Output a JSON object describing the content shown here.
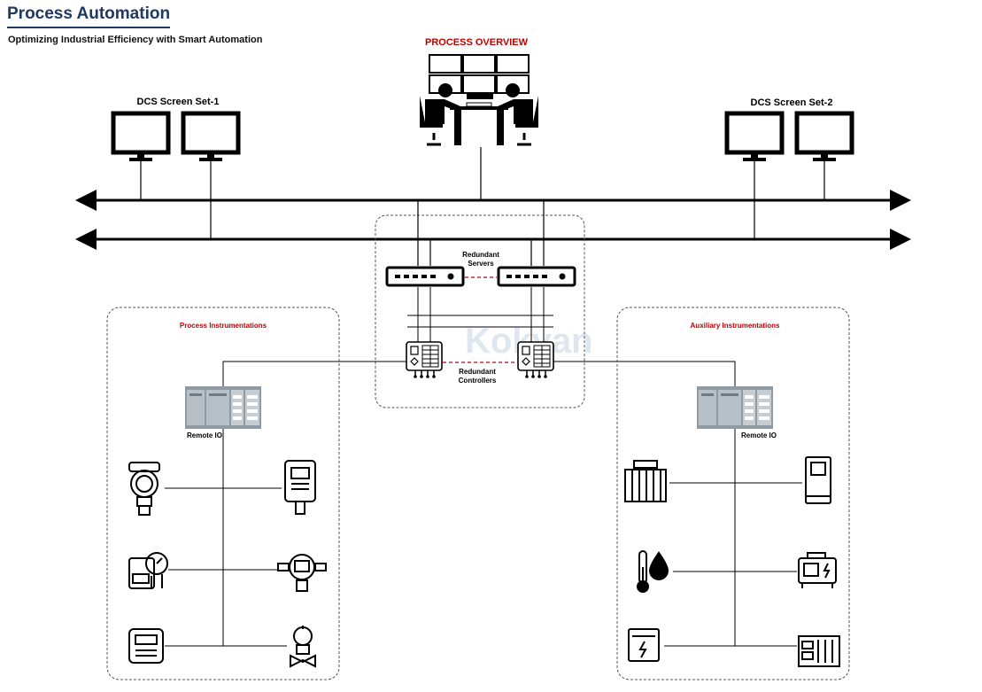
{
  "header": {
    "title": "Process Automation",
    "subtitle": "Optimizing Industrial Efficiency with Smart Automation"
  },
  "labels": {
    "process_overview": "PROCESS OVERVIEW",
    "dcs_set_1": "DCS Screen Set-1",
    "dcs_set_2": "DCS Screen Set-2",
    "redundant_servers_line1": "Redundant",
    "redundant_servers_line2": "Servers",
    "redundant_controllers_line1": "Redundant",
    "redundant_controllers_line2": "Controllers",
    "process_instrumentations": "Process Instrumentations",
    "auxiliary_instrumentations": "Auxiliary Instrumentations",
    "remote_io_left": "Remote IO",
    "remote_io_right": "Remote IO",
    "watermark": "Kokyan"
  },
  "colors": {
    "title": "#1f3864",
    "red_label": "#c00000",
    "line": "#000000",
    "dashed_link": "#c00000",
    "watermark": "#d6e2ec"
  }
}
